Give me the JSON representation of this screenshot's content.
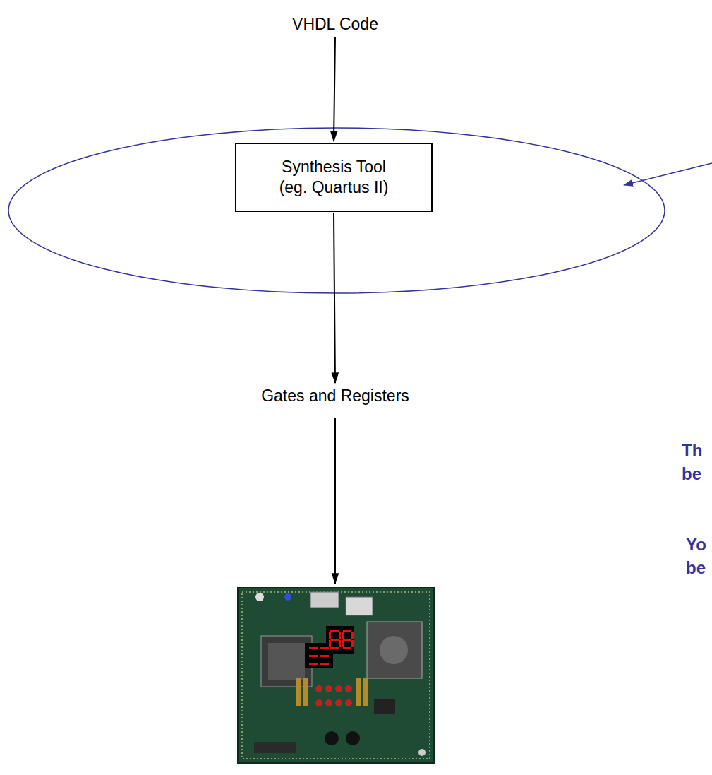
{
  "diagram": {
    "nodes": [
      {
        "text": [
          "VHDL Code"
        ]
      },
      {
        "text": [
          "Synthesis Tool (eg. Quartus II)"
        ]
      },
      {
        "text": [
          "Gates and Registers"
        ]
      }
    ],
    "edges": [
      {
        "from": 0,
        "to": 1,
        "arrow": "to"
      },
      {
        "from": 1,
        "to": 2,
        "arrow": "to"
      }
    ],
    "labels": [
      "Th be",
      "Yo be"
    ]
  }
}
